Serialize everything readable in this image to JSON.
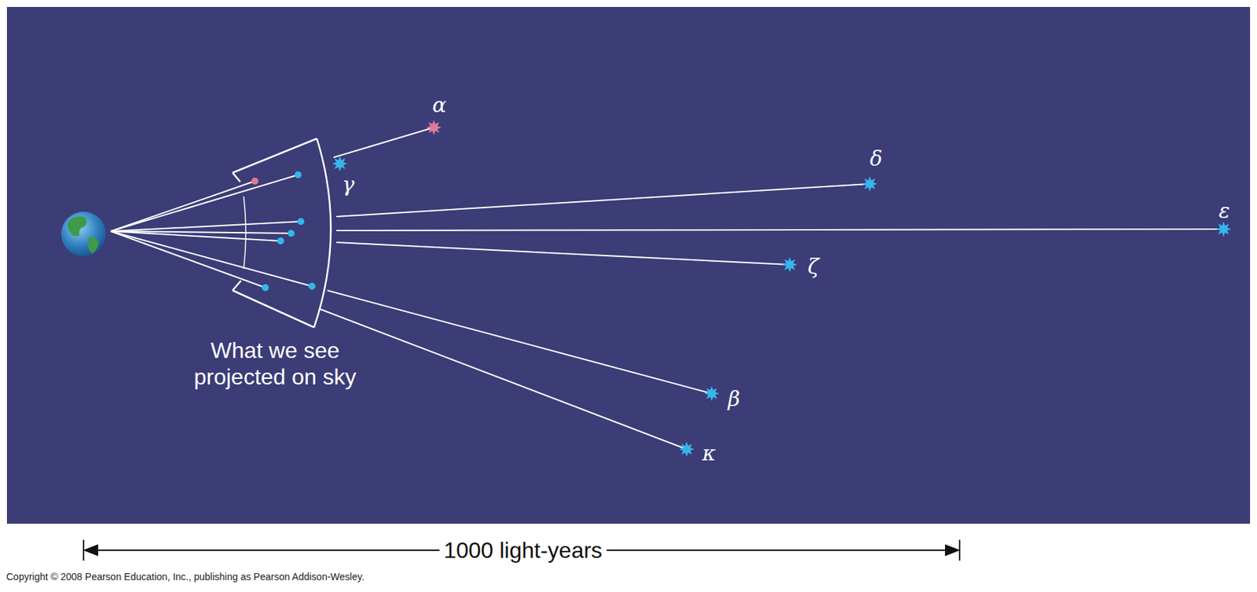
{
  "diagram": {
    "labels": [
      "α",
      "δ",
      "ε",
      "γ",
      "ζ",
      "β",
      "κ",
      "What we see projected on sky",
      "1000 light-years",
      "Copyright © 2008 Pearson Education, Inc., publishing as Pearson Addison-Wesley."
    ]
  }
}
